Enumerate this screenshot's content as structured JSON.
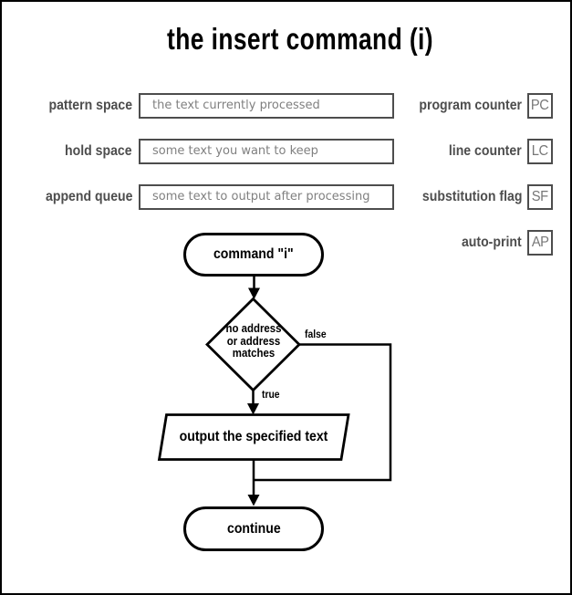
{
  "title": "the insert command (i)",
  "state": {
    "rows": [
      {
        "label": "pattern space",
        "value": "the text currently processed"
      },
      {
        "label": "hold space",
        "value": "some text you want to keep"
      },
      {
        "label": "append queue",
        "value": "some text to output after processing"
      }
    ],
    "registers": [
      {
        "label": "program counter",
        "abbr": "PC"
      },
      {
        "label": "line counter",
        "abbr": "LC"
      },
      {
        "label": "substitution flag",
        "abbr": "SF"
      },
      {
        "label": "auto-print",
        "abbr": "AP"
      }
    ]
  },
  "flowchart": {
    "start": "command \"i\"",
    "decision": {
      "line1": "no address",
      "line2": "or address",
      "line3": "matches"
    },
    "false_label": "false",
    "true_label": "true",
    "process": "output the specified text",
    "end": "continue"
  },
  "colors": {
    "ink": "#000000",
    "label_gray": "#4d4d4d",
    "value_gray": "#808080",
    "register_gray": "#777777",
    "background": "#ffffff"
  }
}
